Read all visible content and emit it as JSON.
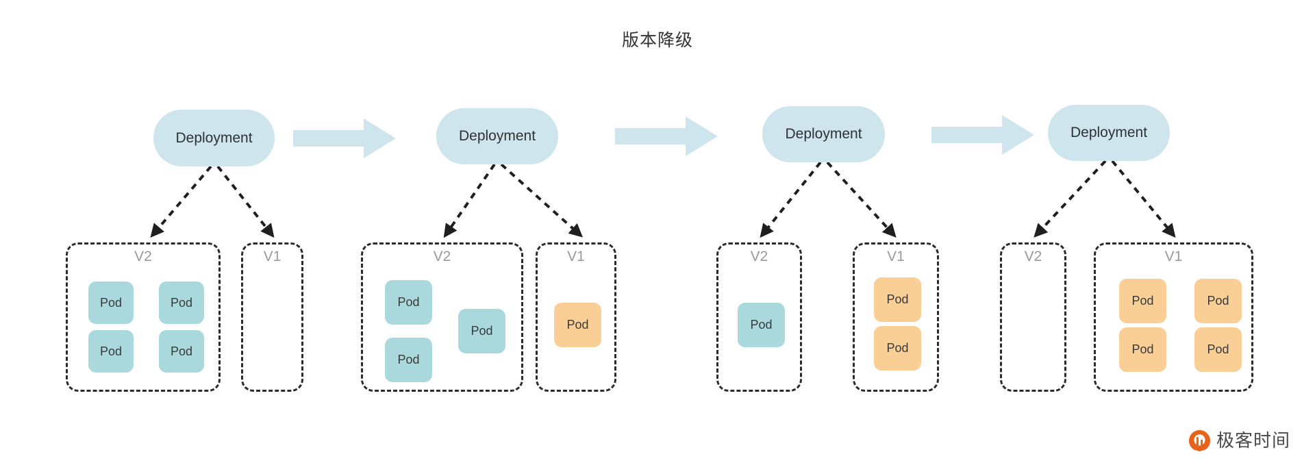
{
  "title": "版本降级",
  "labels": {
    "deployment": "Deployment",
    "pod": "Pod",
    "v2": "V2",
    "v1": "V1"
  },
  "colors": {
    "pill": "#cee5ed",
    "arrow": "#cee5ed",
    "pod_v2": "#a9d9dd",
    "pod_v1": "#f9cf95",
    "box_border": "#2b2b2b",
    "version_label": "#9a9a9a",
    "brand_orange": "#e8631a"
  },
  "stages": [
    {
      "id": "stage-1",
      "deployment": "Deployment",
      "v2": {
        "label": "V2",
        "pod_count": 4,
        "pods": [
          "Pod",
          "Pod",
          "Pod",
          "Pod"
        ]
      },
      "v1": {
        "label": "V1",
        "pod_count": 0,
        "pods": []
      }
    },
    {
      "id": "stage-2",
      "deployment": "Deployment",
      "v2": {
        "label": "V2",
        "pod_count": 3,
        "pods": [
          "Pod",
          "Pod",
          "Pod"
        ]
      },
      "v1": {
        "label": "V1",
        "pod_count": 1,
        "pods": [
          "Pod"
        ]
      }
    },
    {
      "id": "stage-3",
      "deployment": "Deployment",
      "v2": {
        "label": "V2",
        "pod_count": 1,
        "pods": [
          "Pod"
        ]
      },
      "v1": {
        "label": "V1",
        "pod_count": 2,
        "pods": [
          "Pod",
          "Pod"
        ]
      }
    },
    {
      "id": "stage-4",
      "deployment": "Deployment",
      "v2": {
        "label": "V2",
        "pod_count": 0,
        "pods": []
      },
      "v1": {
        "label": "V1",
        "pod_count": 4,
        "pods": [
          "Pod",
          "Pod",
          "Pod",
          "Pod"
        ]
      }
    }
  ],
  "transitions": [
    {
      "from": "stage-1",
      "to": "stage-2"
    },
    {
      "from": "stage-2",
      "to": "stage-3"
    },
    {
      "from": "stage-3",
      "to": "stage-4"
    }
  ],
  "brand": {
    "name": "极客时间",
    "icon": "geektime-logo-icon"
  }
}
